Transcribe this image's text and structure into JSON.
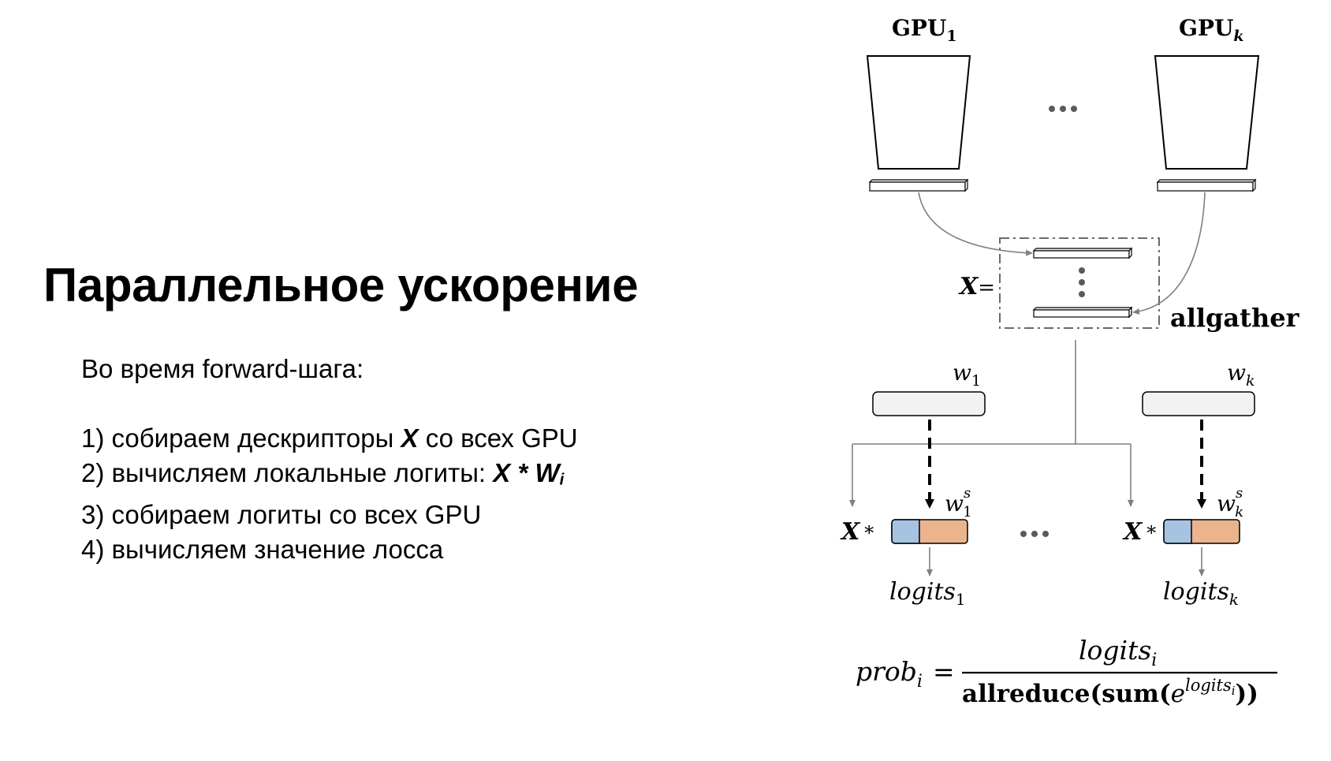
{
  "slide": {
    "title": "Параллельное ускорение",
    "intro": "Во время forward-шага:",
    "steps": [
      {
        "text": "1) собираем дескрипторы ",
        "em": "X",
        "tail": " со всех GPU"
      },
      {
        "text": "2) вычисляем локальные логиты: ",
        "em": "X * W",
        "em_sub": "i",
        "tail": ""
      },
      {
        "text": "3) собираем логиты со всех GPU"
      },
      {
        "text": "4) вычисляем значение лосса"
      }
    ]
  },
  "diagram": {
    "gpu_left": {
      "base": "GPU",
      "sub": "1"
    },
    "gpu_right": {
      "base": "GPU",
      "sub": "k"
    },
    "ellipsis": "•••",
    "x_label": "X",
    "equals": "=",
    "allgather": "allgather",
    "w_left": {
      "base": "w",
      "sub": "1"
    },
    "w_right": {
      "base": "w",
      "sub": "k"
    },
    "ws_left": {
      "base": "w",
      "sup": "s",
      "sub": "1"
    },
    "ws_right": {
      "base": "w",
      "sup": "s",
      "sub": "k"
    },
    "times": "*",
    "logits_left": {
      "base": "logits",
      "sub": "1"
    },
    "logits_right": {
      "base": "logits",
      "sub": "k"
    },
    "formula": {
      "lhs": "prob",
      "lhs_sub": "i",
      "eq": "=",
      "numerator": "logits",
      "numerator_sub": "i",
      "denominator_a": "allreduce(sum(",
      "denominator_e": "e",
      "denominator_exp": "logits",
      "denominator_exp_sub": "i",
      "denominator_b": "))"
    },
    "colors": {
      "stroke": "#000000",
      "connector": "#808080",
      "bar_fill": "#f2f2f2",
      "blue_segment": "#a6c3e2",
      "orange_segment": "#ebb48c"
    }
  }
}
